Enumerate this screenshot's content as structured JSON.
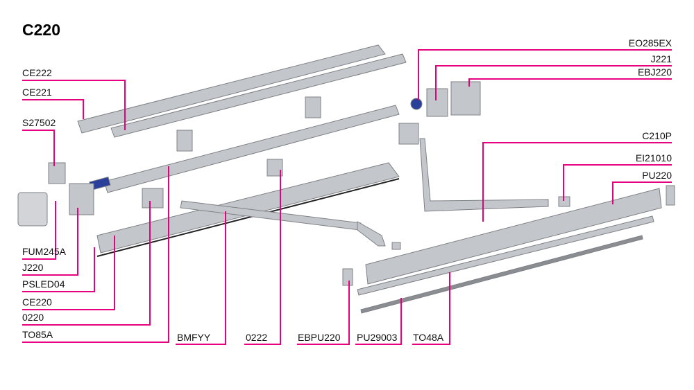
{
  "title": "C220",
  "colors": {
    "leader": "#e6007e",
    "part": "#b9bcc0",
    "part_dark": "#8a8d91",
    "motor": "#2a3f9a"
  },
  "labels": {
    "CE222": "CE222",
    "CE221": "CE221",
    "S27502": "S27502",
    "FUM245A": "FUM245A",
    "J220": "J220",
    "PSLED04": "PSLED04",
    "CE220": "CE220",
    "O220": "0220",
    "TO85A": "TO85A",
    "BMFYY": "BMFYY",
    "O222": "0222",
    "EBPU220": "EBPU220",
    "PU29003": "PU29003",
    "TO48A": "TO48A",
    "EO285EX": "EO285EX",
    "J221": "J221",
    "EBJ220": "EBJ220",
    "C210P": "C210P",
    "EI21010": "EI21010",
    "PU220": "PU220"
  }
}
